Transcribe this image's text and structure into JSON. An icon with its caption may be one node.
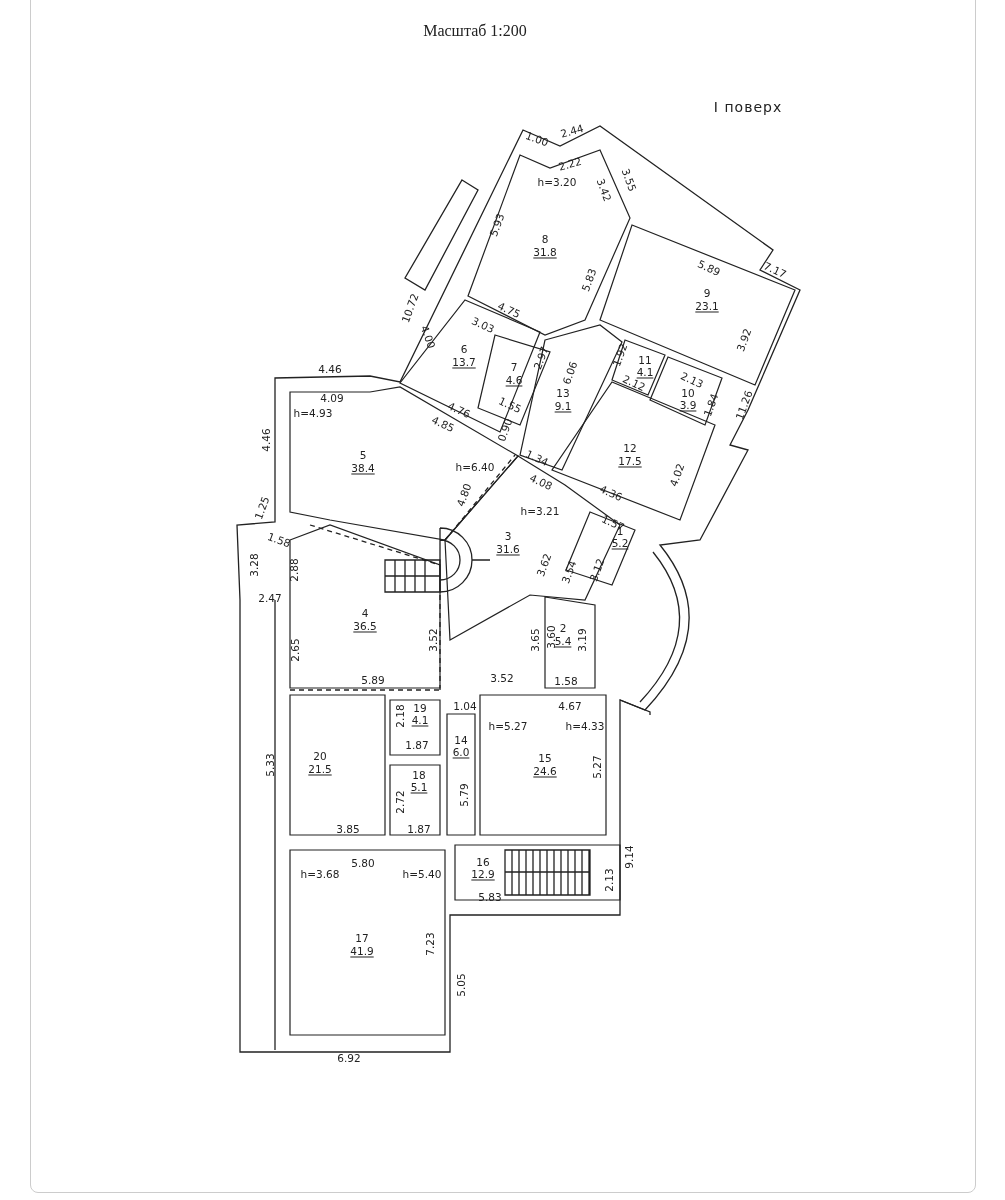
{
  "diagram": {
    "title": "Масштаб 1:200",
    "nodes": [
      {
        "text": [
          "h=3.20",
          "8",
          "31.8"
        ]
      },
      {
        "text": [
          "9",
          "23.1"
        ]
      },
      {
        "text": [
          "6",
          "13.7"
        ]
      },
      {
        "text": [
          "7",
          "4.6"
        ]
      },
      {
        "text": [
          "11",
          "4.1"
        ]
      },
      {
        "text": [
          "13",
          "9.1"
        ]
      },
      {
        "text": [
          "10",
          "3.9"
        ]
      },
      {
        "text": [
          "h=4.93",
          "5",
          "38.4",
          "h=6.40"
        ]
      },
      {
        "text": [
          "12",
          "17.5"
        ]
      },
      {
        "text": [
          "h=3.21",
          "3",
          "31.6"
        ]
      },
      {
        "text": [
          "1",
          "5.2"
        ]
      },
      {
        "text": [
          "4",
          "36.5"
        ]
      },
      {
        "text": [
          "2",
          "5.4"
        ]
      },
      {
        "text": [
          "19",
          "4.1"
        ]
      },
      {
        "text": [
          "14",
          "6.0"
        ]
      },
      {
        "text": [
          "h=5.27",
          "h=4.33",
          "15",
          "24.6"
        ]
      },
      {
        "text": [
          "20",
          "21.5"
        ]
      },
      {
        "text": [
          "18",
          "5.1"
        ]
      },
      {
        "text": [
          "16",
          "12.9"
        ]
      },
      {
        "text": [
          "h=3.68",
          "h=5.40",
          "17",
          "41.9"
        ]
      }
    ],
    "labels": [
      "I поверх",
      "1.00",
      "2.44",
      "2.22",
      "3.42",
      "3.55",
      "5.93",
      "5.89",
      "7.17",
      "5.83",
      "10.72",
      "4.75",
      "3.03",
      "4.00",
      "3.92",
      "2.97",
      "1.92",
      "6.06",
      "2.12",
      "2.13",
      "4.76",
      "1.55",
      "4.85",
      "0.90",
      "1.84",
      "11.26",
      "4.46",
      "4.09",
      "4.46",
      "1.34",
      "4.80",
      "4.08",
      "4.36",
      "4.02",
      "1.25",
      "1.57",
      "1.58",
      "3.28",
      "2.88",
      "3.62",
      "3.54",
      "3.12",
      "2.47",
      "2.65",
      "3.52",
      "3.65",
      "3.60",
      "3.19",
      "5.89",
      "3.52",
      "1.58",
      "1.04",
      "4.67",
      "2.18",
      "1.87",
      "5.33",
      "2.72",
      "5.79",
      "5.27",
      "3.85",
      "1.87",
      "5.80",
      "2.13",
      "9.14",
      "5.83",
      "7.23",
      "5.05",
      "6.92"
    ]
  }
}
